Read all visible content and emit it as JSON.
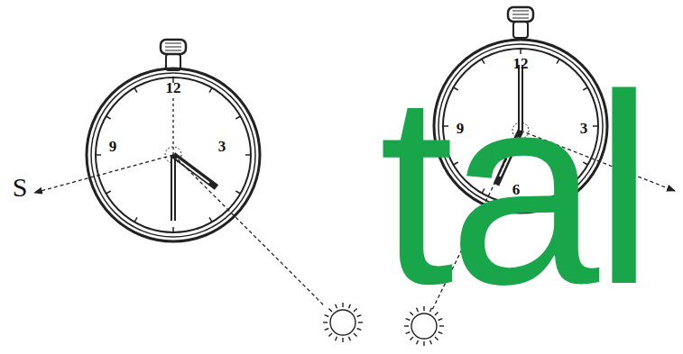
{
  "diagram": {
    "labels": [
      "12",
      "9",
      "3",
      "S",
      "12",
      "9",
      "3",
      "6",
      "tal"
    ]
  }
}
